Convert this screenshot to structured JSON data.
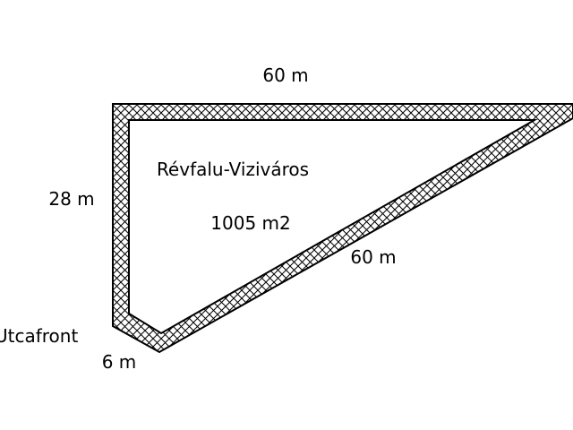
{
  "plot": {
    "location": "Révfalu-Viziváros",
    "area": "1005 m2",
    "street_frontage_label": "Utcafront"
  },
  "dimensions": {
    "top": "60 m",
    "left": "28 m",
    "hypotenuse": "60 m",
    "frontage": "6 m"
  },
  "style": {
    "outline_color": "#000000",
    "hatch_color": "#000000",
    "background": "#ffffff"
  }
}
